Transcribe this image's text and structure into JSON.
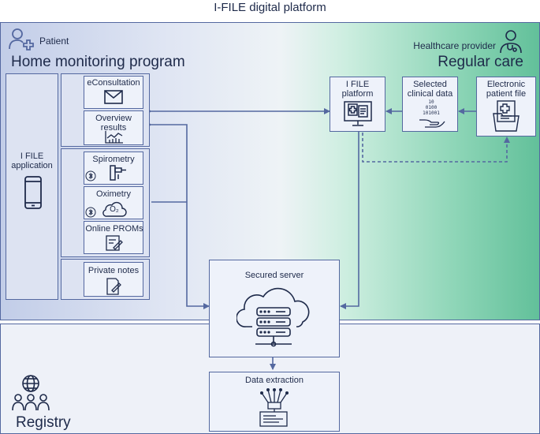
{
  "title": "I-FILE digital platform",
  "patient": {
    "label": "Patient",
    "section": "Home monitoring program"
  },
  "provider": {
    "label": "Healthcare provider",
    "section": "Regular care"
  },
  "app": {
    "label": "I FILE application"
  },
  "modules": {
    "econsultation": "eConsultation",
    "overview": "Overview results",
    "spirometry": "Spirometry",
    "oximetry": "Oximetry",
    "oximetry_symbol": "O₂",
    "proms": "Online PROMs",
    "notes": "Private notes"
  },
  "care": {
    "ifile_platform": "I FILE platform",
    "selected_data": "Selected clinical data",
    "epf": "Electronic patient file",
    "binary": "10 0100 101001"
  },
  "server": {
    "label": "Secured server"
  },
  "extraction": {
    "label": "Data extraction"
  },
  "registry": {
    "label": "Registry"
  },
  "colors": {
    "line": "#5468a0",
    "green": "#62c09a",
    "blue_tint": "#c2cde8"
  }
}
